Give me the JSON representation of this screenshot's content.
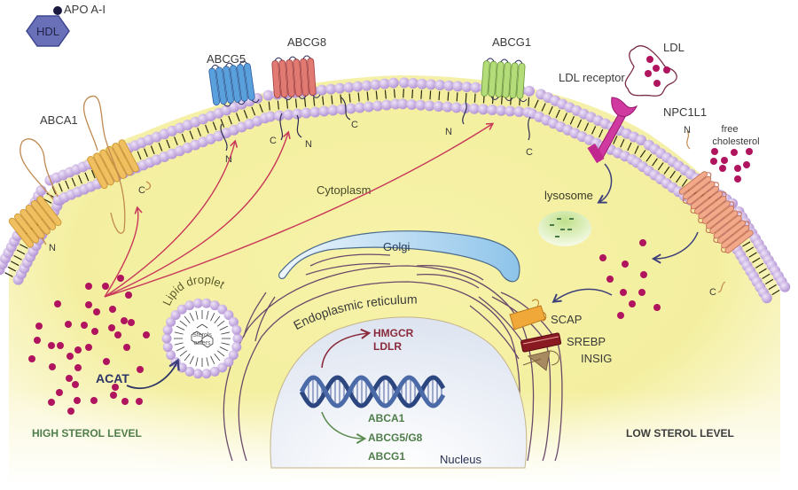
{
  "diagram": {
    "title": "Cellular cholesterol homeostasis",
    "colors": {
      "cytoplasm": "#f4f0a0",
      "membrane_head": "#c9aee0",
      "abca1": "#f0c060",
      "abcg5": "#5aa0dc",
      "abcg8": "#e07a72",
      "abcg1": "#b4dc78",
      "npc1l1": "#f2a98a",
      "ldl_receptor": "#d03aa0",
      "cholesterol_dot": "#b0145e",
      "golgi": "#b9dcf2",
      "nucleus": "#eef2f8",
      "hdl": "#5a62a8",
      "arrow_red": "#c8385a",
      "arrow_dark": "#3c3f7a",
      "arrow_green": "#5c8c50"
    },
    "extracellular": {
      "hdl_label": "HDL",
      "apoa1_label": "APO A-I",
      "ldl_label": "LDL",
      "ldl_receptor_label": "LDL receptor",
      "free_cholesterol_label_line1": "free",
      "free_cholesterol_label_line2": "cholesterol"
    },
    "transporters": {
      "abca1": {
        "label": "ABCA1",
        "n": "N",
        "c": "C"
      },
      "abcg5": {
        "label": "ABCG5",
        "n": "N"
      },
      "abcg8": {
        "label": "ABCG8",
        "c_left": "C",
        "n": "N",
        "c": "C"
      },
      "abcg1": {
        "label": "ABCG1",
        "n": "N",
        "c": "C"
      },
      "npc1l1": {
        "label": "NPC1L1",
        "n": "N",
        "c": "C"
      }
    },
    "organelles": {
      "cytoplasm": "Cytoplasm",
      "golgi": "Golgi",
      "er": "Endoplasmic reticulum",
      "nucleus": "Nucleus",
      "lysosome": "lysosome",
      "lipid_droplet": "Lipid droplet",
      "sterol_esters_line1": "Sterols",
      "sterol_esters_line2": "esters"
    },
    "enzymes": {
      "acat": "ACAT",
      "scap": "SCAP",
      "srebp": "SREBP",
      "insig": "INSIG"
    },
    "gene_targets": {
      "upregulated": [
        "HMGCR",
        "LDLR"
      ],
      "downregulated": [
        "ABCA1",
        "ABCG5/G8",
        "ABCG1"
      ]
    },
    "conditions": {
      "high": "HIGH STEROL LEVEL",
      "low": "LOW STEROL LEVEL"
    }
  }
}
